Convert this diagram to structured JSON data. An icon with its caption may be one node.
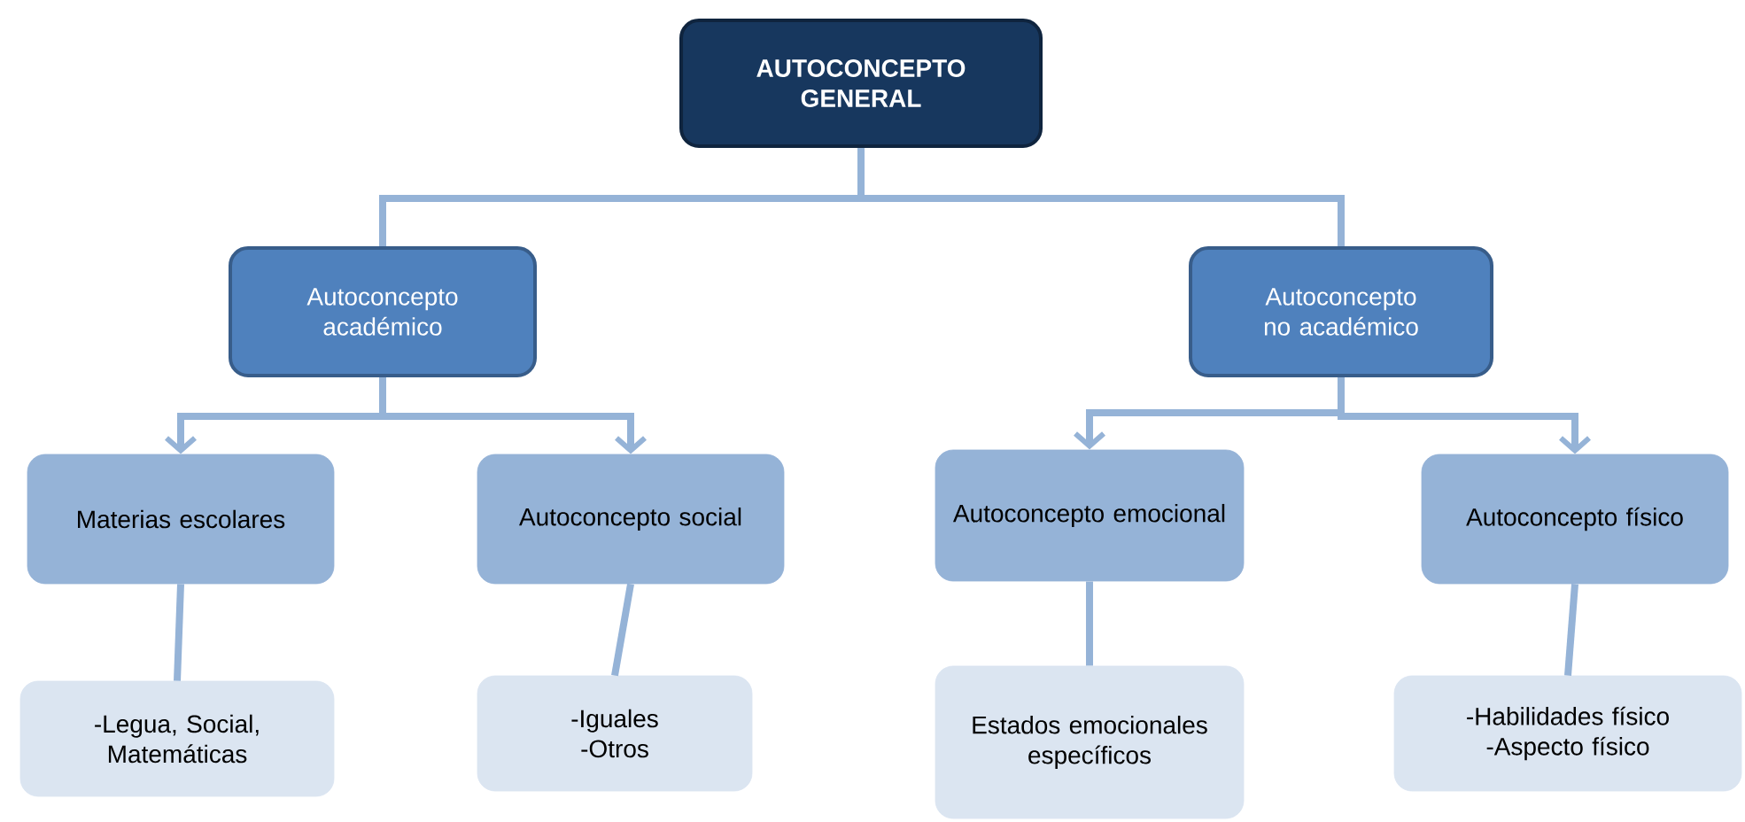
{
  "diagram": {
    "nodes": [
      {
        "text": [
          "AUTOCONCEPTO GENERAL"
        ]
      },
      {
        "text": [
          "Autoconcepto académico"
        ]
      },
      {
        "text": [
          "Autoconcepto no académico"
        ]
      },
      {
        "text": [
          "Materias escolares"
        ]
      },
      {
        "text": [
          "Autoconcepto social"
        ]
      },
      {
        "text": [
          "Autoconcepto emocional"
        ]
      },
      {
        "text": [
          "Autoconcepto físico"
        ]
      },
      {
        "text": [
          "-Legua, Social, Matemáticas"
        ]
      },
      {
        "text": [
          "-Iguales",
          "-Otros"
        ]
      },
      {
        "text": [
          "Estados emocionales específicos"
        ]
      },
      {
        "text": [
          "-Habilidades físico",
          "-Aspecto físico"
        ]
      }
    ],
    "edges": [
      {
        "from": 0,
        "to": 1,
        "arrow": "none"
      },
      {
        "from": 0,
        "to": 2,
        "arrow": "none"
      },
      {
        "from": 1,
        "to": 3,
        "arrow": "to"
      },
      {
        "from": 1,
        "to": 4,
        "arrow": "to"
      },
      {
        "from": 2,
        "to": 5,
        "arrow": "to"
      },
      {
        "from": 2,
        "to": 6,
        "arrow": "to"
      },
      {
        "from": 3,
        "to": 7,
        "arrow": "none"
      },
      {
        "from": 4,
        "to": 8,
        "arrow": "none"
      },
      {
        "from": 5,
        "to": 9,
        "arrow": "none"
      },
      {
        "from": 6,
        "to": 10,
        "arrow": "none"
      }
    ]
  }
}
